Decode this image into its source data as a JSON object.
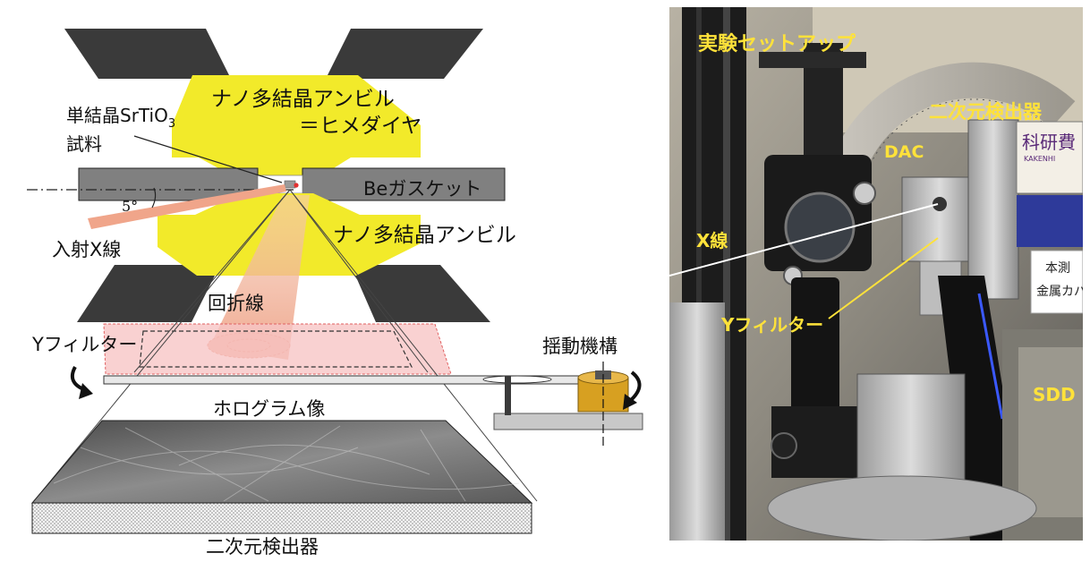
{
  "diagram": {
    "anvil_upper_label_1": "ナノ多結晶アンビル",
    "anvil_upper_label_2": "＝ヒメダイヤ",
    "sample_label_prefix": "単結晶SrTiO",
    "sample_label_subscript": "3",
    "sample_label_line2": "試料",
    "angle_label": "5°",
    "gasket_label": "Beガスケット",
    "incident_label": "入射X線",
    "anvil_lower_label": "ナノ多結晶アンビル",
    "diffraction_label": "回折線",
    "filter_label": "Yフィルター",
    "oscillation_label": "揺動機構",
    "hologram_label": "ホログラム像",
    "detector_label": "二次元検出器"
  },
  "photo": {
    "title": "実験セットアップ",
    "detector_label": "二次元検出器",
    "dac_label": "DAC",
    "xray_label": "X線",
    "filter_label": "Yフィルター",
    "sdd_label": "SDD",
    "sign_text": "科研費",
    "sign_sub": "KAKENHI",
    "sticker_1": "本測",
    "sticker_2": "金属カバ"
  },
  "colors": {
    "anvil_yellow": "#f2ea2a",
    "gasket_gray": "#808080",
    "block_dark": "#3a3a3a",
    "beam_salmon": "#f0a58a",
    "filter_pink": "#f7c6c6",
    "mechanism_gold": "#d7a021",
    "photo_label_yellow": "#ffe23a"
  }
}
